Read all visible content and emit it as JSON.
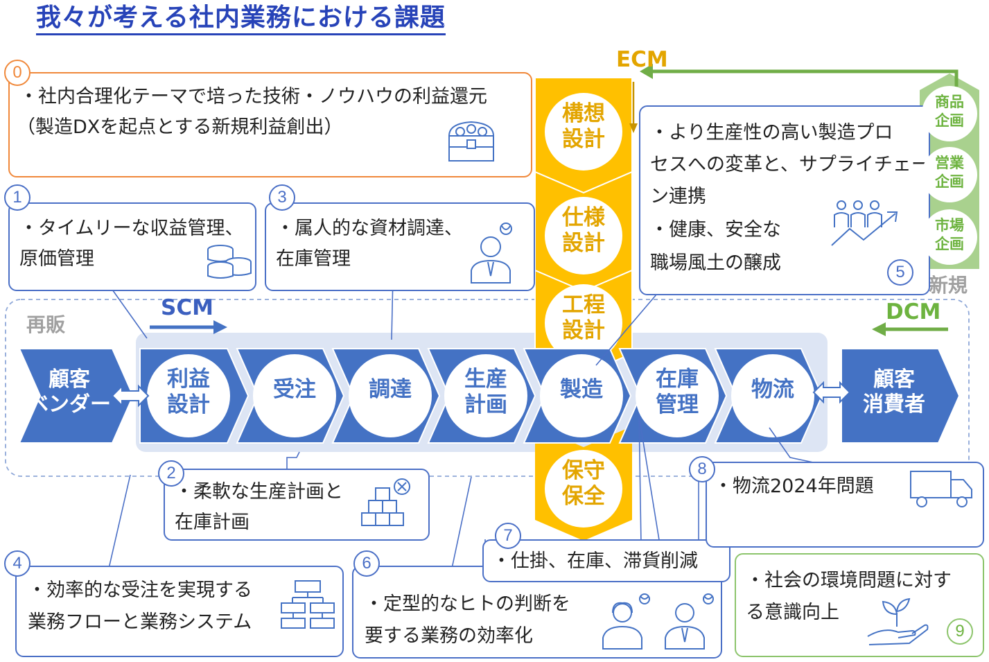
{
  "title": "我々が考える社内業務における課題",
  "labels": {
    "ecm": "ECM",
    "scm": "SCM",
    "dcm": "DCM",
    "resale": "再販",
    "new": "新規"
  },
  "colors": {
    "blue": "#4472c4",
    "gold": "#ffc000",
    "green": "#70ad47",
    "orange": "#ed7d31"
  },
  "chain": [
    {
      "l1": "顧客",
      "l2": "ベンダー"
    },
    {
      "l1": "利益",
      "l2": "設計"
    },
    {
      "l1": "受注",
      "l2": ""
    },
    {
      "l1": "調達",
      "l2": ""
    },
    {
      "l1": "生産",
      "l2": "計画"
    },
    {
      "l1": "製造",
      "l2": ""
    },
    {
      "l1": "在庫",
      "l2": "管理"
    },
    {
      "l1": "物流",
      "l2": ""
    },
    {
      "l1": "顧客",
      "l2": "消費者"
    }
  ],
  "ecm_steps": [
    {
      "l1": "構想",
      "l2": "設計"
    },
    {
      "l1": "仕様",
      "l2": "設計"
    },
    {
      "l1": "工程",
      "l2": "設計"
    },
    {
      "l1": "保守",
      "l2": "保全"
    }
  ],
  "dcm_steps": [
    {
      "l1": "商品",
      "l2": "企画"
    },
    {
      "l1": "営業",
      "l2": "企画"
    },
    {
      "l1": "市場",
      "l2": "企画"
    }
  ],
  "issues": [
    {
      "num": "0",
      "lines": [
        "・社内合理化テーマで培った技術・ノウハウの利益還元",
        "（製造DXを起点とする新規利益創出）"
      ],
      "icon": "treasure-chest-icon"
    },
    {
      "num": "1",
      "lines": [
        "・タイムリーな収益管理、",
        "原価管理"
      ],
      "icon": "coins-icon"
    },
    {
      "num": "2",
      "lines": [
        "・柔軟な生産計画と",
        "在庫計画"
      ],
      "icon": "boxes-icon"
    },
    {
      "num": "3",
      "lines": [
        "・属人的な資材調達、",
        "在庫管理"
      ],
      "icon": "confused-worker-icon"
    },
    {
      "num": "4",
      "lines": [
        "・効率的な受注を実現する",
        "業務フローと業務システム"
      ],
      "icon": "flowchart-icon"
    },
    {
      "num": "5",
      "lines": [
        "・より生産性の高い製造プロ",
        "セスへの変革と、サプライチェー",
        "ン連携",
        "・健康、安全な",
        "職場風土の醸成"
      ],
      "icon": "team-growth-icon"
    },
    {
      "num": "6",
      "lines": [
        "・定型的なヒトの判断を",
        "要する業務の効率化"
      ],
      "icon": "workers-icon"
    },
    {
      "num": "7",
      "lines": [
        "・仕掛、在庫、滞貨削減"
      ],
      "icon": ""
    },
    {
      "num": "8",
      "lines": [
        "・物流2024年問題"
      ],
      "icon": "truck-icon"
    },
    {
      "num": "9",
      "lines": [
        "・社会の環境問題に対す",
        "る意識向上"
      ],
      "icon": "plant-hand-icon"
    }
  ]
}
